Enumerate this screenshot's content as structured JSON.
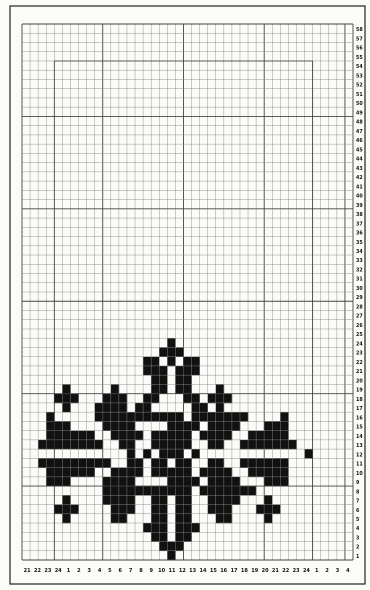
{
  "chart": {
    "cols": 41,
    "rows": 58,
    "ink_color": "#111111",
    "paper_color": "#fbfbf8",
    "grid_color": "#8a8a8a",
    "major_line_color": "#444444"
  },
  "row_labels": [
    "58",
    "57",
    "56",
    "55",
    "54",
    "53",
    "52",
    "51",
    "50",
    "49",
    "48",
    "47",
    "46",
    "45",
    "44",
    "43",
    "42",
    "41",
    "40",
    "39",
    "38",
    "37",
    "36",
    "35",
    "34",
    "33",
    "32",
    "31",
    "30",
    "29",
    "28",
    "27",
    "26",
    "25",
    "24",
    "23",
    "22",
    "21",
    "20",
    "19",
    "18",
    "17",
    "16",
    "15",
    "14",
    "13",
    "12",
    "11",
    "10",
    "9",
    "8",
    "7",
    "6",
    "5",
    "4",
    "3",
    "2",
    "1"
  ],
  "column_labels": [
    "21",
    "22",
    "23",
    "24",
    "1",
    "2",
    "3",
    "4",
    "5",
    "6",
    "7",
    "8",
    "9",
    "10",
    "11",
    "12",
    "13",
    "14",
    "15",
    "16",
    "17",
    "18",
    "19",
    "20",
    "21",
    "22",
    "23",
    "24",
    "1",
    "2",
    "3",
    "4"
  ],
  "pattern": [
    "                                         ",
    "                                         ",
    "                                         ",
    "                                         ",
    "                                         ",
    "                                         ",
    "                                         ",
    "                                         ",
    "                                         ",
    "                                         ",
    "                                         ",
    "                                         ",
    "                                         ",
    "                                         ",
    "                                         ",
    "                                         ",
    "                                         ",
    "                                         ",
    "                                         ",
    "                                         ",
    "                                         ",
    "                                         ",
    "                                         ",
    "                                         ",
    "                                         ",
    "                                         ",
    "                                         ",
    "                                         ",
    "                                         ",
    "                                         ",
    "                                         ",
    "                                         ",
    "                                         ",
    "                                         ",
    "                  #                      ",
    "                 ###                     ",
    "               ## # ##                   ",
    "               ###.###                   ",
    "                ##.##                    ",
    "     #     #    ##.##   #                ",
    "    ###   ###  ##...## ###               ",
    "     #   #### ##.....## #                ",
    "   #     ###########.#######    #        ",
    "   ###    ####....####.####   ###        ",
    "   ######  ####.#####.####  #####        ",
    "  ########..##..#####..##..#######       ",
    "  ...........#.#.###.#.............#     ",
    "  #########..##.##.##..##..######        ",
    "   ######  ####.#####.####  #####        ",
    "   ###    ####....####.####   ###        ",
    "          ###########.#######            ",
    "     #    ####  ##.##  ####   #          ",
    "    ###    ###  ##.##  ###   ###         ",
    "     #     ##   ##.##   ##    #          ",
    "               ###.###                   ",
    "                ## ##                    ",
    "                 ###                     ",
    "                  #                      "
  ]
}
